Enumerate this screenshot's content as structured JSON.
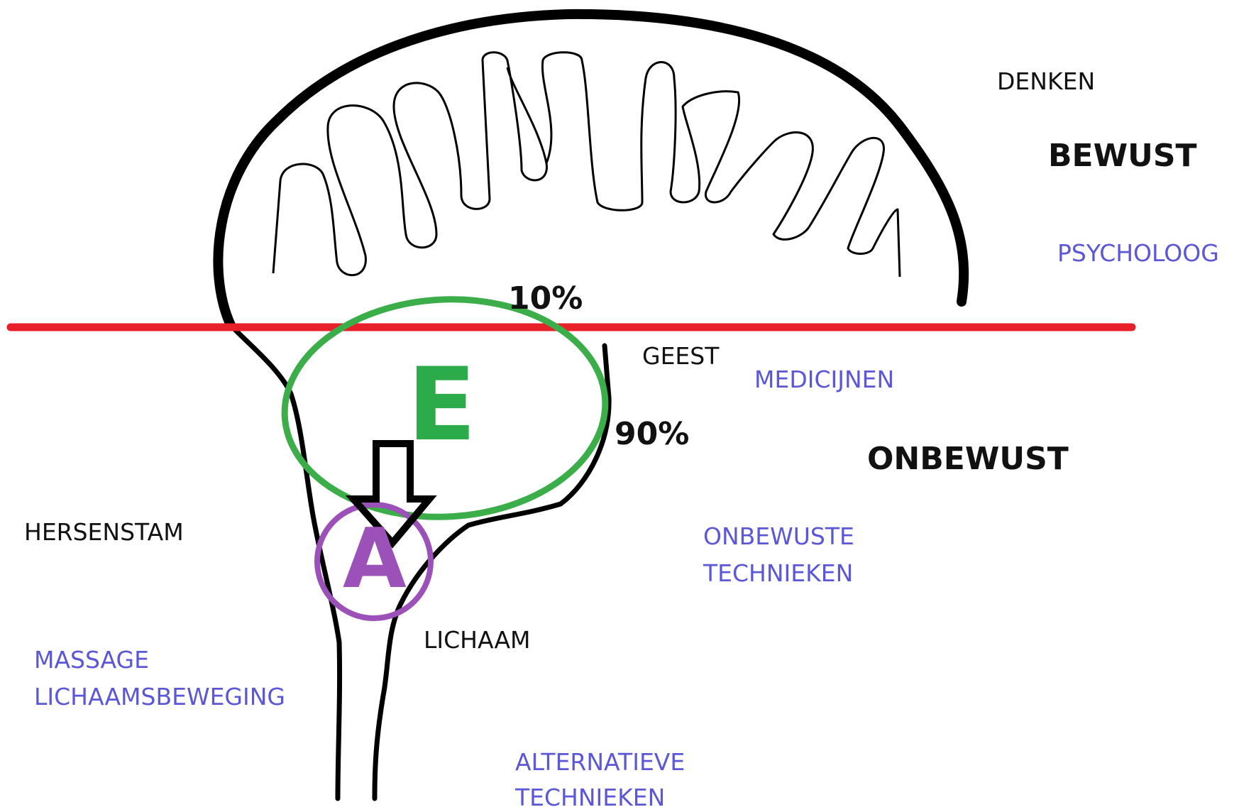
{
  "colors": {
    "divider_line": "#e8202a",
    "emotion_ellipse": "#3bad49",
    "emotion_letter": "#2bab4a",
    "a_circle": "#9b51b8",
    "outline": "#000000",
    "technique_text": "#5b57d6"
  },
  "labels": {
    "denken": "DENKEN",
    "bewust": "BEWUST",
    "psycholoog": "PSYCHOLOOG",
    "pct_top": "10%",
    "geest": "GEEST",
    "medicijnen": "MEDICIJNEN",
    "pct_bottom": "90%",
    "onbewust": "ONBEWUST",
    "hersenstam": "HERSENSTAM",
    "onbewuste_technieken_1": "ONBEWUSTE",
    "onbewuste_technieken_2": "TECHNIEKEN",
    "lichaam": "LICHAAM",
    "massage": "MASSAGE",
    "lichaamsbeweging": "LICHAAMSBEWEGING",
    "alternatieve_1": "ALTERNATIEVE",
    "alternatieve_2": "TECHNIEKEN",
    "letter_e": "E",
    "letter_a": "A"
  },
  "icons": {
    "arrow": "down-arrow-icon"
  }
}
